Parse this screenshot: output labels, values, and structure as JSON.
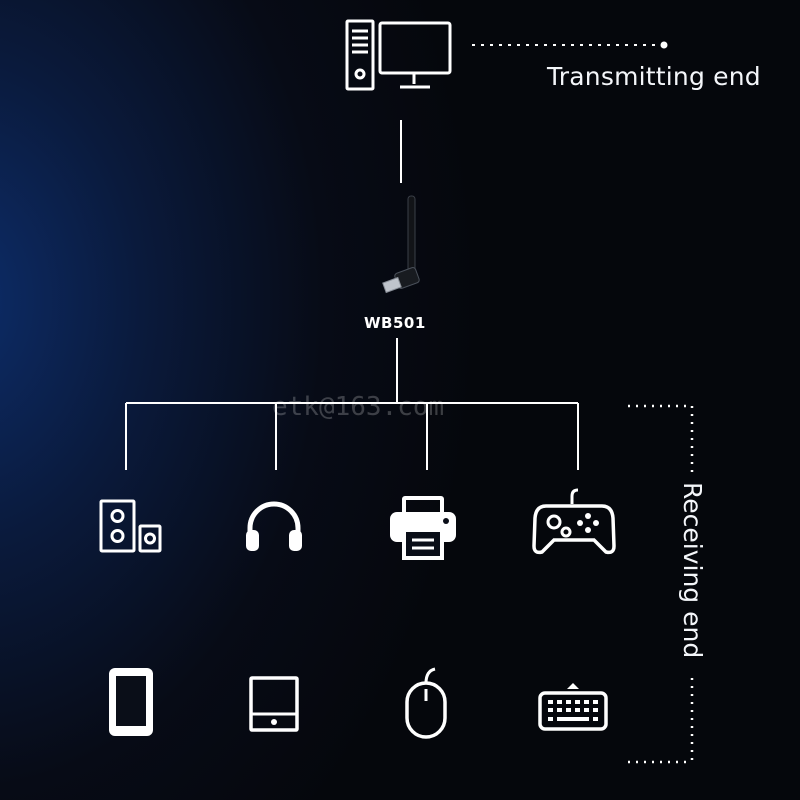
{
  "diagram": {
    "transmitting_label": "Transmitting end",
    "receiving_label": "Receiving end",
    "device_model": "WB501",
    "watermark": "etk@163.com"
  },
  "transmitter": {
    "icon": "desktop-computer-icon"
  },
  "adapter": {
    "icon": "usb-wifi-adapter-icon"
  },
  "receivers": {
    "row1": [
      "speaker-icon",
      "headphones-icon",
      "printer-icon",
      "gamepad-icon"
    ],
    "row2": [
      "smartphone-icon",
      "tablet-icon",
      "mouse-icon",
      "keyboard-icon"
    ]
  },
  "colors": {
    "background": "#05070c",
    "accent_glow": "#0d2d6a",
    "line": "#ffffff"
  }
}
